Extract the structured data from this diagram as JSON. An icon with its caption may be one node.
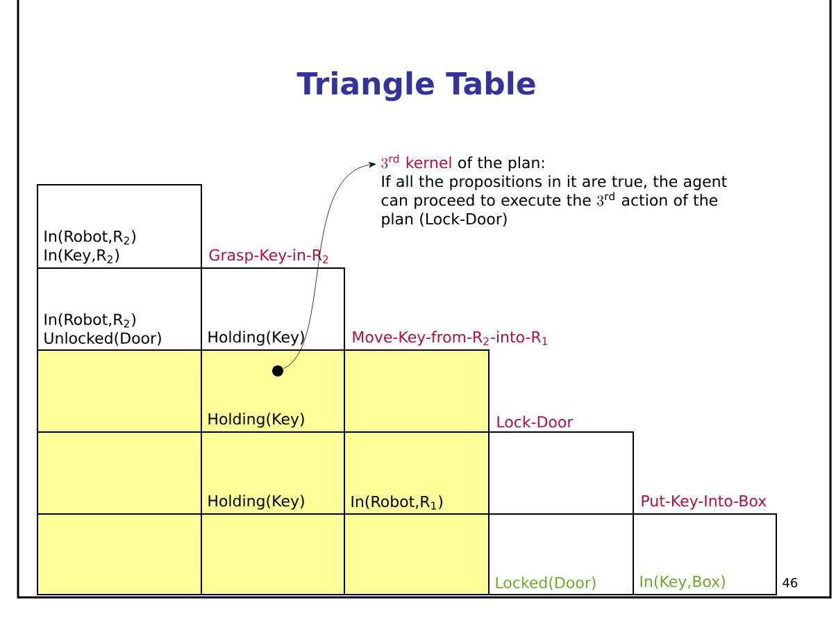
{
  "diagram": {
    "title": "Triangle Table",
    "nodes": [
      {
        "text": [
          "3^{\\mathrm{rd}}",
          "kernel",
          "of the plan:",
          "If all the propositions in it are true, the agent can proceed to execute the",
          "3^{\\mathrm{rd}}",
          "action of the plan (Lock-Door)"
        ]
      },
      {
        "text": [],
        "shape": "circle"
      }
    ],
    "edges": [
      {
        "from": 1,
        "to": 0,
        "arrow": "to"
      }
    ],
    "labels": [
      "In(Robot,R$_{2}$)",
      "In(Key,R$_{2}$)",
      "Grasp-Key-in-R$_{2}$",
      "In(Robot,R$_{2}$)",
      "Unlocked(Door)",
      "Holding(Key)",
      "Move-Key-from-R$_{2}$-into-R$_{1}$",
      "Holding(Key)",
      "Lock-Door",
      "Holding(Key)",
      "In(Robot,R$_{1}$)",
      "Put-Key-Into-Box",
      "Locked(Door)",
      "In(Key,Box)",
      "46"
    ]
  }
}
